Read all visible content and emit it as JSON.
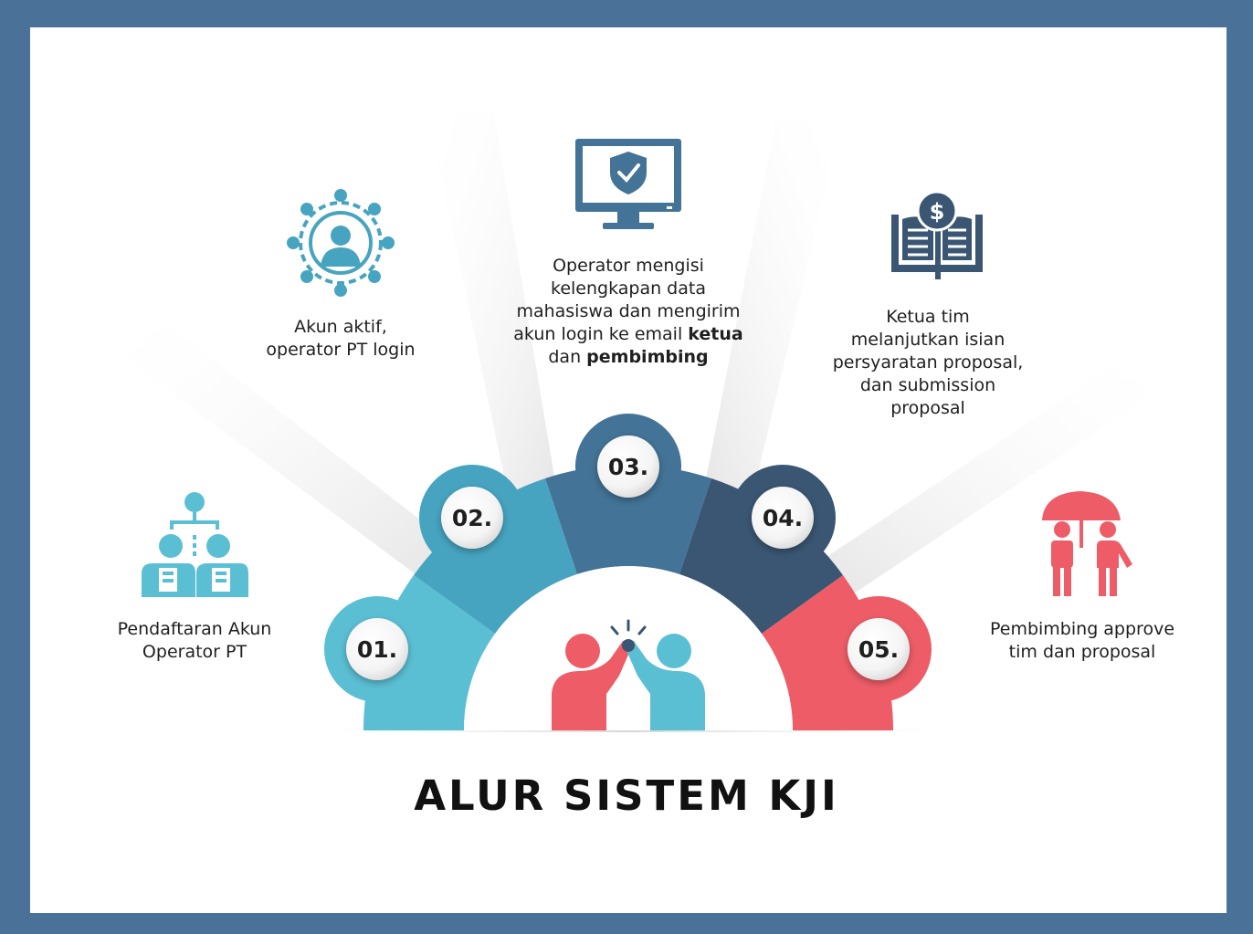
{
  "title": "ALUR SISTEM KJI",
  "colors": {
    "frame": "#4a7299",
    "step1": "#5bbfd4",
    "step2": "#47a4c0",
    "step3": "#437396",
    "step4": "#3a5673",
    "step5": "#ee5d67"
  },
  "steps": [
    {
      "number": "01.",
      "icon": "org-chart-people-icon",
      "lines": [
        "Pendaftaran Akun",
        "Operator PT"
      ]
    },
    {
      "number": "02.",
      "icon": "network-user-icon",
      "lines": [
        "Akun aktif,",
        "operator PT login"
      ]
    },
    {
      "number": "03.",
      "icon": "monitor-shield-icon",
      "lines": [
        "Operator mengisi",
        "kelengkapan data",
        "mahasiswa dan mengirim"
      ],
      "line4_pre": "akun login ke email ",
      "line4_bold": "ketua",
      "line5_pre": "dan ",
      "line5_bold": "pembimbing"
    },
    {
      "number": "04.",
      "icon": "book-dollar-icon",
      "lines": [
        "Ketua tim",
        "melanjutkan isian",
        "persyaratan proposal,",
        "dan submission",
        "proposal"
      ]
    },
    {
      "number": "05.",
      "icon": "umbrella-people-icon",
      "lines": [
        "Pembimbing approve",
        "tim dan proposal"
      ]
    }
  ],
  "center_icon": "high-five-icon"
}
